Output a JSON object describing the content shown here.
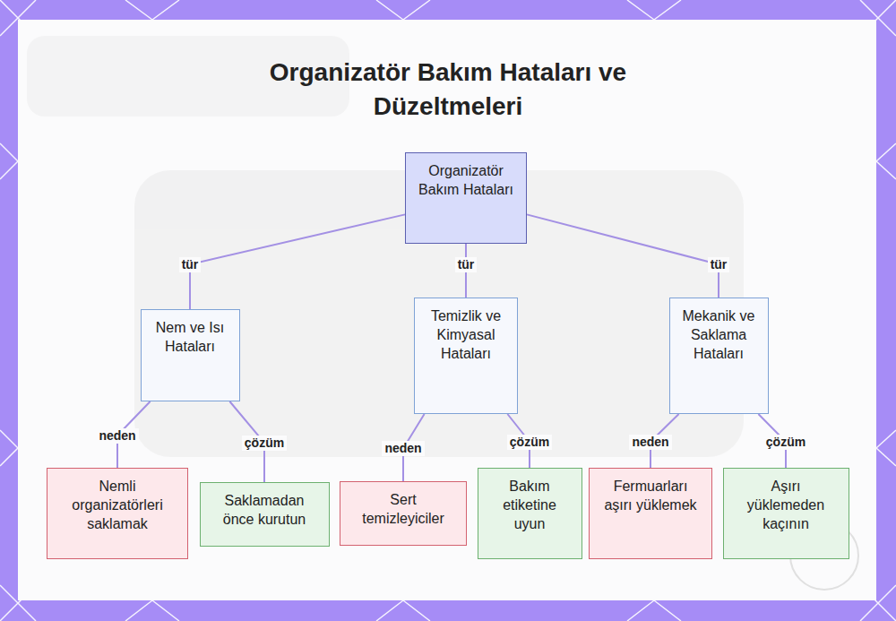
{
  "diagram": {
    "title": "Organizatör Bakım Hataları ve Düzeltmeleri",
    "nodes": [
      {
        "text": [
          "Organizatör Bakım Hataları"
        ]
      },
      {
        "text": [
          "Nem ve Isı Hataları"
        ]
      },
      {
        "text": [
          "Temizlik ve Kimyasal Hataları"
        ]
      },
      {
        "text": [
          "Mekanik ve Saklama Hataları"
        ]
      },
      {
        "text": [
          "Nemli organizatörleri saklamak"
        ]
      },
      {
        "text": [
          "Saklamadan önce kurutun"
        ]
      },
      {
        "text": [
          "Sert temizleyiciler"
        ]
      },
      {
        "text": [
          "Bakım etiketine uyun"
        ]
      },
      {
        "text": [
          "Fermuarları aşırı yüklemek"
        ]
      },
      {
        "text": [
          "Aşırı yüklemeden kaçının"
        ]
      }
    ],
    "edges": [
      {
        "from": 0,
        "to": 1,
        "label": "tür",
        "arrow": "none"
      },
      {
        "from": 0,
        "to": 2,
        "label": "tür",
        "arrow": "none"
      },
      {
        "from": 0,
        "to": 3,
        "label": "tür",
        "arrow": "none"
      },
      {
        "from": 1,
        "to": 4,
        "label": "neden",
        "arrow": "none"
      },
      {
        "from": 1,
        "to": 5,
        "label": "çözüm",
        "arrow": "none"
      },
      {
        "from": 2,
        "to": 6,
        "label": "neden",
        "arrow": "none"
      },
      {
        "from": 2,
        "to": 7,
        "label": "çözüm",
        "arrow": "none"
      },
      {
        "from": 3,
        "to": 8,
        "label": "neden",
        "arrow": "none"
      },
      {
        "from": 3,
        "to": 9,
        "label": "çözüm",
        "arrow": "none"
      }
    ]
  }
}
